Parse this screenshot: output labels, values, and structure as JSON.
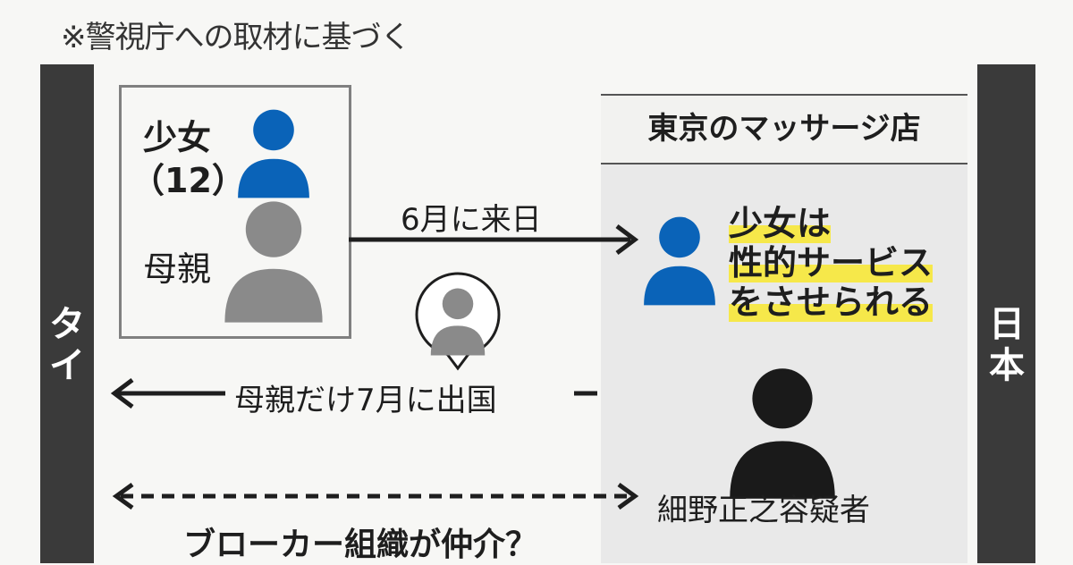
{
  "source_note": "※警視庁への取材に基づく",
  "countries": {
    "left": "タイ",
    "right": "日本"
  },
  "girl": {
    "label": "少女",
    "age": "（12）"
  },
  "mother": {
    "label": "母親"
  },
  "shop": {
    "title": "東京のマッサージ店"
  },
  "arrow_arrival": "6月に来日",
  "girl_situation": [
    "少女は",
    "性的サービス",
    "をさせられる"
  ],
  "arrow_departure": "母親だけ7月に出国",
  "suspect": "細野正之容疑者",
  "broker": "ブローカー組織が仲介？",
  "colors": {
    "blue": "#0a63b8",
    "gray": "#8a8a8a",
    "black": "#1a1a1a",
    "highlight": "#f6e84a"
  }
}
